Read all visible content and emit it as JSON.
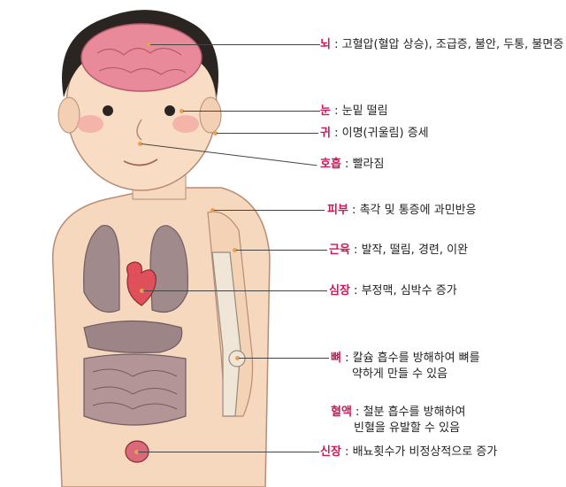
{
  "labels": [
    {
      "organ": "뇌",
      "text": "고혈압(혈압 상승), 조급증, 불안, 두통, 불면증"
    },
    {
      "organ": "눈",
      "text": "눈밑 떨림"
    },
    {
      "organ": "귀",
      "text": "이명(귀울림) 증세"
    },
    {
      "organ": "호흡",
      "text": "빨라짐"
    },
    {
      "organ": "피부",
      "text": "촉각 및 통증에 과민반응"
    },
    {
      "organ": "근육",
      "text": "발작, 떨림, 경련, 이완"
    },
    {
      "organ": "심장",
      "text": "부정맥, 심박수 증가"
    },
    {
      "organ": "뼈",
      "text": "칼슘 흡수를 방해하여 뼈를",
      "text2": "약하게 만들 수 있음"
    },
    {
      "organ": "혈액",
      "text": "철분 흡수를 방해하여",
      "text2": "빈혈을 유발할 수 있음"
    },
    {
      "organ": "신장",
      "text": "배뇨횟수가 비정상적으로 증가"
    }
  ],
  "colors": {
    "organ_label": "#d4145a",
    "skin": "#f6d8bf",
    "hair": "#2b2521",
    "brain": "#e88a9a",
    "organs": "#a08a8c"
  }
}
